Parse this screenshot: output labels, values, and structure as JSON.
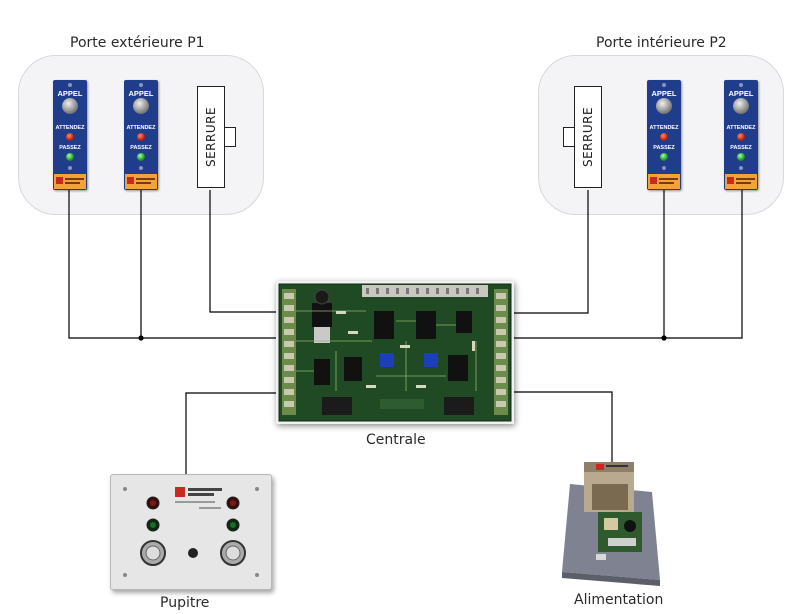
{
  "zones": {
    "p1_title": "Porte extérieure P1",
    "p2_title": "Porte intérieure  P2"
  },
  "call_panel": {
    "call_label": "APPEL",
    "wait_label": "ATTENDEZ",
    "pass_label": "PASSEZ",
    "call_button_icon": "push-button-icon",
    "wait_led_color": "#c0200c",
    "pass_led_color": "#1e9a2a",
    "panel_color": "#1f3d8a"
  },
  "lock": {
    "label": "SERRURE"
  },
  "central": {
    "label": "Centrale"
  },
  "desk": {
    "label": "Pupitre"
  },
  "power": {
    "label": "Alimentation"
  },
  "wires": {
    "color": "#000000",
    "junction_icon": "junction-dot-icon"
  }
}
